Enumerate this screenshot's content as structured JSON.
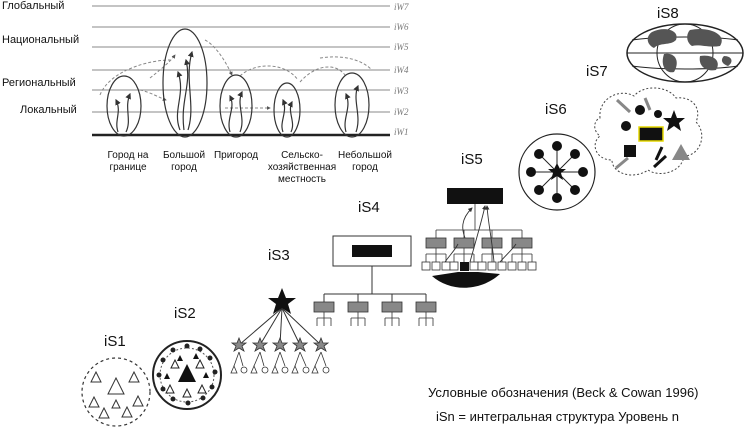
{
  "levels": [
    "Глобальный",
    "Национальный",
    "Региональный",
    "Локальный"
  ],
  "iw_labels": [
    "iW7",
    "iW6",
    "iW5",
    "iW4",
    "iW3",
    "iW2",
    "iW1"
  ],
  "categories": [
    {
      "line1": "Город на",
      "line2": "границе",
      "line3": ""
    },
    {
      "line1": "Большой",
      "line2": "город",
      "line3": ""
    },
    {
      "line1": "Пригород",
      "line2": "",
      "line3": ""
    },
    {
      "line1": "Сельско-",
      "line2": "хозяйственная",
      "line3": "местность"
    },
    {
      "line1": "Небольшой",
      "line2": "город",
      "line3": ""
    }
  ],
  "stages": [
    "iS1",
    "iS2",
    "iS3",
    "iS4",
    "iS5",
    "iS6",
    "iS7",
    "iS8"
  ],
  "legend": {
    "line1": "Условные обозначения (Beck & Cowan 1996)",
    "line2": "iSn = интегральная структура Уровень n"
  }
}
